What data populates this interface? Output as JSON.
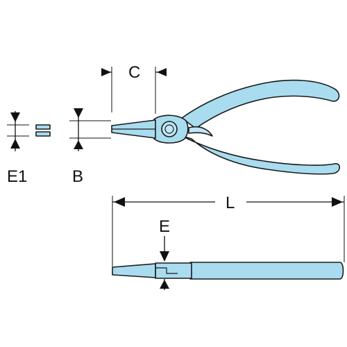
{
  "diagram": {
    "labels": {
      "c": "C",
      "e1": "E1",
      "b": "B",
      "l": "L",
      "e": "E"
    },
    "colors": {
      "tool_fill": "#a9dcef",
      "outline": "#1a1a1a",
      "dimension": "#111111"
    },
    "icons": {
      "top_view": "pliers-top-view",
      "side_view": "pliers-side-view",
      "cross_section": "jaw-cross-section"
    }
  }
}
